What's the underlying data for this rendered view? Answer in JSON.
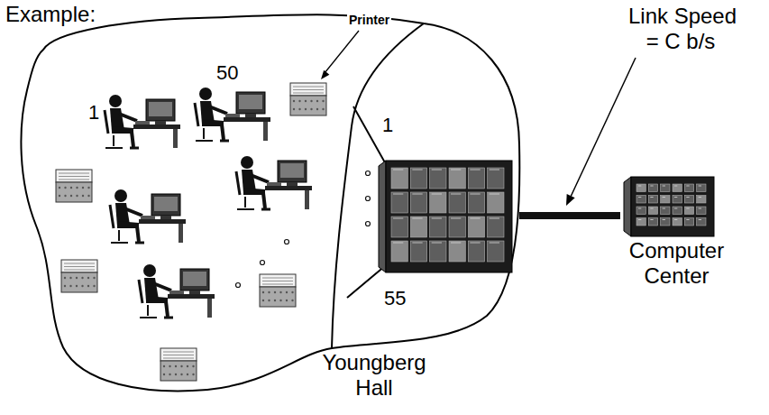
{
  "diagram": {
    "nodes": [
      {
        "text": [
          "Youngberg Hall"
        ]
      },
      {
        "text": [
          "1",
          "55"
        ],
        "in": 0
      },
      {
        "text": [
          "Computer Center"
        ]
      }
    ],
    "edges": [
      {
        "from": 1,
        "to": 2,
        "arrow": "none"
      }
    ],
    "labels": [
      "Example:",
      "Printer",
      "50",
      "1",
      "Link Speed = C b/s"
    ]
  }
}
